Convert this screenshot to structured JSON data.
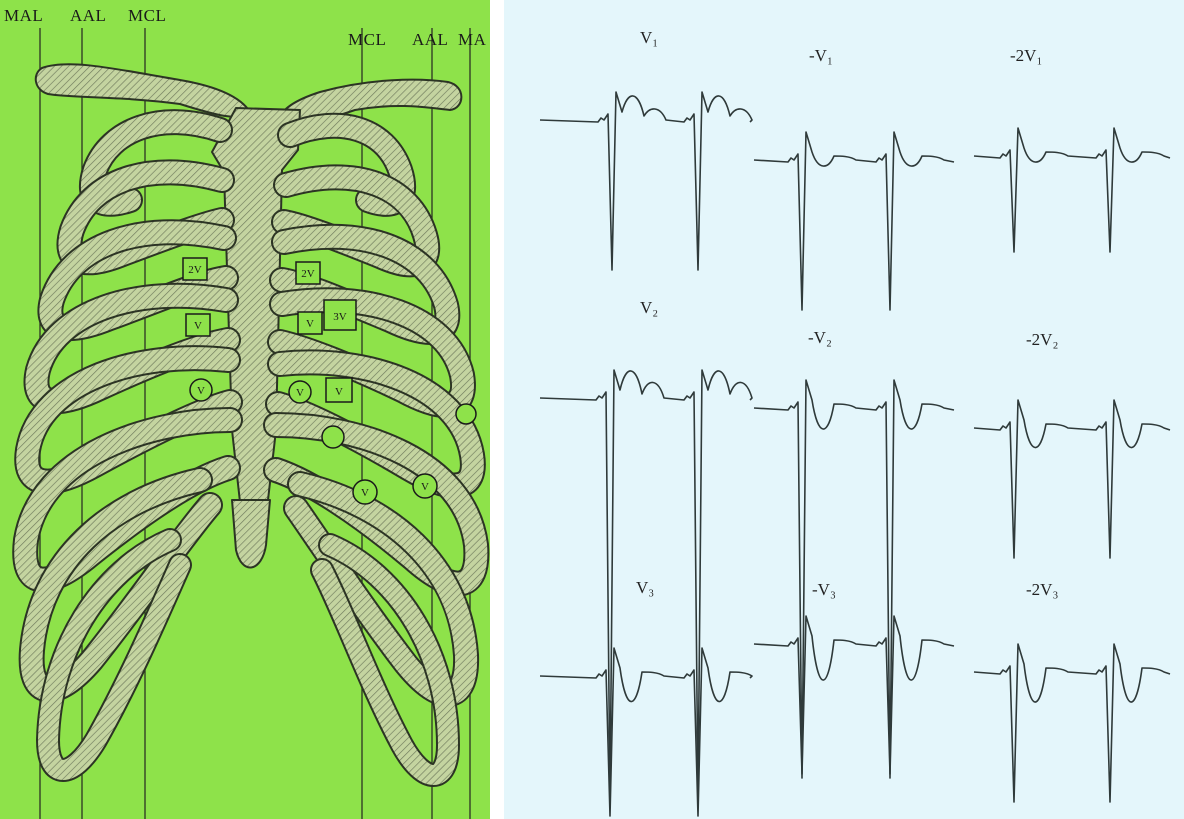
{
  "chest": {
    "line_labels_left": [
      "MAL",
      "AAL",
      "MCL"
    ],
    "line_labels_right": [
      "MCL",
      "AAL",
      "MA"
    ],
    "electrodes": [
      {
        "id": "box-2v1-right",
        "label": "2V"
      },
      {
        "id": "box-2v1-left",
        "label": "2V"
      },
      {
        "id": "box-v1",
        "label": "V"
      },
      {
        "id": "box-v2",
        "label": "V"
      },
      {
        "id": "box-3v1",
        "label": "3V"
      },
      {
        "id": "box-v3",
        "label": "V"
      },
      {
        "id": "circle-v3r",
        "label": "V"
      },
      {
        "id": "circle-v4r",
        "label": "V"
      },
      {
        "id": "circle-v3",
        "label": ""
      },
      {
        "id": "circle-v4",
        "label": "V"
      },
      {
        "id": "circle-v5",
        "label": "V"
      },
      {
        "id": "circle-v6",
        "label": ""
      }
    ]
  },
  "ecg": {
    "titles": [
      {
        "id": "v1",
        "text": "V₁"
      },
      {
        "id": "v1-minus1",
        "text": "-V₁"
      },
      {
        "id": "v1-minus2",
        "text": "-2V₁"
      },
      {
        "id": "v2",
        "text": "V₂"
      },
      {
        "id": "v2-minus1",
        "text": "-V₂"
      },
      {
        "id": "v2-minus2",
        "text": "-2V₂"
      },
      {
        "id": "v3",
        "text": "V₃"
      },
      {
        "id": "v3-minus1",
        "text": "-V₃"
      },
      {
        "id": "v3-minus2",
        "text": "-2V₃"
      }
    ]
  },
  "colors": {
    "chest_background": "#8ee24a",
    "bone_fill": "#c4d4a0",
    "bone_outline": "#2c3424",
    "ecg_background": "#e4f6fb",
    "trace": "#2f3a3a"
  }
}
